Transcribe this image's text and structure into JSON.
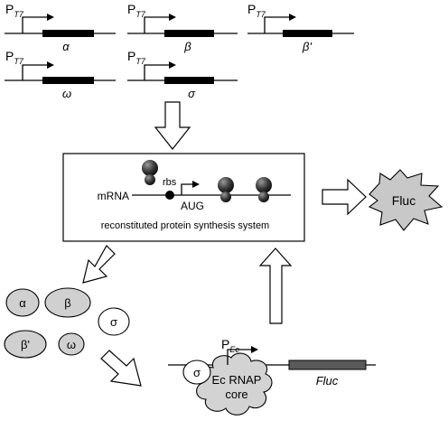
{
  "genes": [
    {
      "promoter": "P",
      "promoter_sub": "T7",
      "subunit": "α"
    },
    {
      "promoter": "P",
      "promoter_sub": "T7",
      "subunit": "β"
    },
    {
      "promoter": "P",
      "promoter_sub": "T7",
      "subunit": "β'"
    },
    {
      "promoter": "P",
      "promoter_sub": "T7",
      "subunit": "ω"
    },
    {
      "promoter": "P",
      "promoter_sub": "T7",
      "subunit": "σ"
    }
  ],
  "translation_box": {
    "mrna_label": "mRNA",
    "rbs_label": "rbs",
    "aug_label": "AUG",
    "caption": "reconstituted protein synthesis system"
  },
  "output_label": "Fluc",
  "subunit_ovals": {
    "alpha": "α",
    "beta": "β",
    "sigma": "σ",
    "beta_prime": "β'",
    "omega": "ω"
  },
  "reporter": {
    "promoter": "P",
    "promoter_sub": "Ec",
    "sigma": "σ",
    "core_line1": "Ec RNAP",
    "core_line2": "core",
    "gene_label": "Fluc"
  },
  "colors": {
    "gene_bar": "#000000",
    "reporter_bar": "#5a5a5a",
    "oval_fill": "#d0d0d0",
    "cloud_fill": "#d3d3d3",
    "burst_fill": "#c8c8c8"
  }
}
